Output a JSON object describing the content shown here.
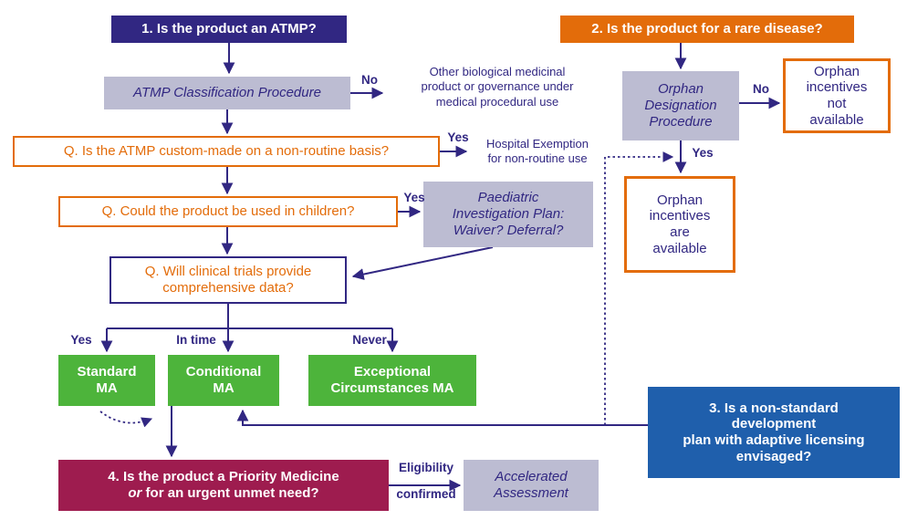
{
  "colors": {
    "navy": "#312782",
    "orange": "#E36C0A",
    "green": "#4DB43B",
    "blue": "#1F5FAC",
    "maroon": "#9E1C4F",
    "lavender": "#BCBCD2",
    "white": "#FFFFFF"
  },
  "nodes": {
    "atmp_question": "1. Is the product an ATMP?",
    "atmp_classification": "ATMP Classification Procedure",
    "other_biological": "Other biological medicinal\nproduct or governance under\nmedical procedural use",
    "custom_made": "Q. Is the ATMP custom-made on a non-routine basis?",
    "hospital_exemption": "Hospital Exemption\nfor non-routine use",
    "children": "Q. Could the product be used in children?",
    "paediatric": "Paediatric\nInvestigation Plan:\nWaiver? Deferral?",
    "clinical_trials": "Q. Will clinical trials provide\ncomprehensive data?",
    "standard_ma": "Standard\nMA",
    "conditional_ma": "Conditional\nMA",
    "exceptional_ma": "Exceptional\nCircumstances MA",
    "rare_disease": "2. Is the product for a rare disease?",
    "orphan_designation": "Orphan\nDesignation\nProcedure",
    "orphan_not_available": "Orphan\nincentives\nnot\navailable",
    "orphan_available": "Orphan\nincentives\nare\navailable",
    "non_standard": "3. Is a non-standard\ndevelopment\nplan with adaptive licensing\nenvisaged?",
    "priority_line1": "4. Is the product a Priority Medicine",
    "priority_or": "or",
    "priority_rest": " for an urgent unmet need?",
    "accelerated": "Accelerated\nAssessment"
  },
  "edge_labels": {
    "no_atmp": "No",
    "yes_custom": "Yes",
    "yes_children": "Yes",
    "yes_trials": "Yes",
    "in_time": "In time",
    "never": "Never",
    "no_orphan": "No",
    "yes_orphan": "Yes",
    "eligibility": "Eligibility",
    "confirmed": "confirmed"
  }
}
